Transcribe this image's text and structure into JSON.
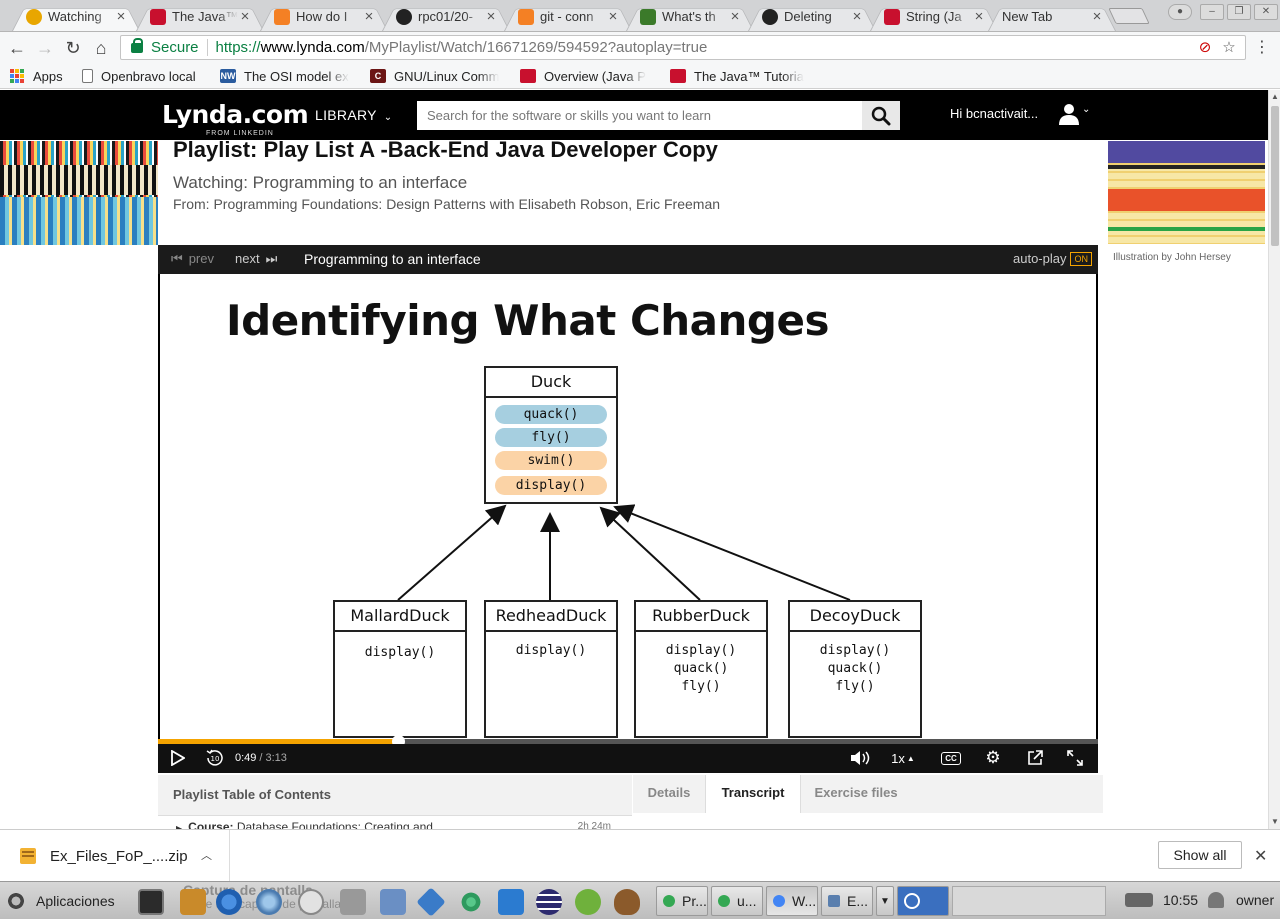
{
  "browser": {
    "tabs": [
      {
        "title": "Watching",
        "favicon_color": "#e8a600",
        "active": true
      },
      {
        "title": "The Java™",
        "favicon_color": "#c8102e",
        "active": false
      },
      {
        "title": "How do I",
        "favicon_color": "#f48024",
        "active": false
      },
      {
        "title": "rpc01/20-",
        "favicon_color": "#222222",
        "active": false
      },
      {
        "title": "git - conn",
        "favicon_color": "#f48024",
        "active": false
      },
      {
        "title": "What's th",
        "favicon_color": "#3b7a2a",
        "active": false
      },
      {
        "title": "Deleting",
        "favicon_color": "#222222",
        "active": false
      },
      {
        "title": "String (Ja",
        "favicon_color": "#c8102e",
        "active": false
      },
      {
        "title": "New Tab",
        "favicon_color": "",
        "active": false
      }
    ],
    "secure_label": "Secure",
    "url": {
      "scheme": "https://",
      "host": "www.lynda.com",
      "path": "/MyPlaylist/Watch/16671269/594592?autoplay=true"
    },
    "bookmarks": [
      {
        "label": "Apps",
        "icon": "apps-grid-icon"
      },
      {
        "label": "Openbravo local",
        "icon": "page-icon"
      },
      {
        "label": "The OSI model ex",
        "icon": "nw-icon"
      },
      {
        "label": "GNU/Linux Comm",
        "icon": "gnu-icon"
      },
      {
        "label": "Overview (Java P",
        "icon": "oracle-icon"
      },
      {
        "label": "The Java™ Tutoria",
        "icon": "oracle-icon"
      }
    ]
  },
  "lynda": {
    "logo": "Lynda.com",
    "logo_sub": "FROM LINKEDIN",
    "library_label": "LIBRARY",
    "search_placeholder": "Search for the software or skills you want to learn",
    "greeting": "Hi bcnactivait..."
  },
  "playlist": {
    "title": "Playlist: Play List A -Back-End Java Developer Copy",
    "watching": "Watching: Programming to an interface",
    "from": "From: Programming Foundations: Design Patterns with Elisabeth Robson, Eric Freeman",
    "illustration_credit": "Illustration by John Hersey"
  },
  "player": {
    "prev_label": "prev",
    "next_label": "next",
    "video_title": "Programming to an interface",
    "autoplay_label": "auto-play",
    "autoplay_state": "ON",
    "current_time": "0:49",
    "time_separator": "/",
    "total_time": "3:13",
    "progress": 0.255,
    "speed": "1x",
    "cc_label": "CC",
    "accent_color": "#f4a300"
  },
  "slide": {
    "title": "Identifying What Changes",
    "duck": {
      "name": "Duck",
      "methods": [
        {
          "label": "quack()",
          "color": "blue"
        },
        {
          "label": "fly()",
          "color": "blue"
        },
        {
          "label": "swim()",
          "color": "orange"
        },
        {
          "label": "display()",
          "color": "orange"
        }
      ]
    },
    "subclasses": [
      {
        "name": "MallardDuck",
        "methods": "display()"
      },
      {
        "name": "RedheadDuck",
        "methods": "display()"
      },
      {
        "name": "RubberDuck",
        "methods": "display()\nquack()\nfly()"
      },
      {
        "name": "DecoyDuck",
        "methods": "display()\nquack()\nfly()"
      }
    ]
  },
  "toc": {
    "title": "Playlist Table of Contents",
    "row_prefix": "Course:",
    "row_text": "Database Foundations: Creating and",
    "row_duration": "2h 24m"
  },
  "panel_tabs": [
    "Details",
    "Transcript",
    "Exercise files"
  ],
  "downloads": {
    "file_name": "Ex_Files_FoP_....zip",
    "show_all_label": "Show all"
  },
  "taskbar": {
    "start_label": "Aplicaciones",
    "ghost_title": "Captura de pantalla",
    "ghost_subtitle": "Tome una captura de pantalla",
    "tasks": [
      "Pr...",
      "u...",
      "W...",
      "E..."
    ],
    "clock": "10:55",
    "user": "owner"
  }
}
